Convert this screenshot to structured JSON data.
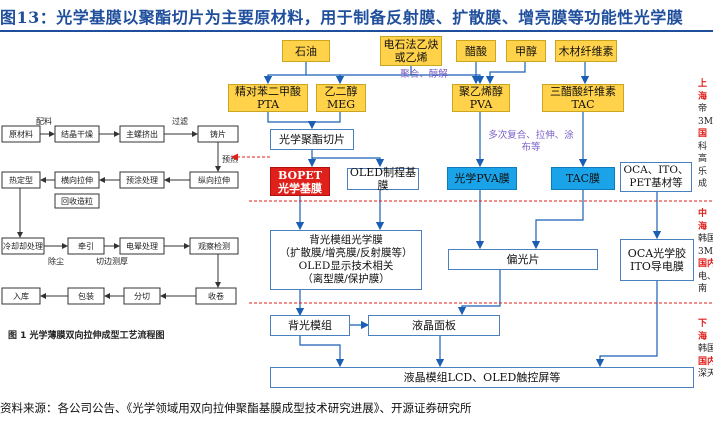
{
  "title": "图13：光学基膜以聚酯切片为主要原材料，用于制备反射膜、扩散膜、增亮膜等功能性光学膜",
  "materials": {
    "shiyou": "石油",
    "dianshi": "电石法乙炔\n或乙烯",
    "cusuan": "醋酸",
    "jiachun": "甲醇",
    "mucai": "木材纤维素"
  },
  "notes": {
    "juhe": "聚合、醇解",
    "fuhe": "多次复合、拉伸、涂\n布等"
  },
  "intermediates": {
    "pta": "精对苯二甲酸\nPTA",
    "meg": "乙二醇\nMEG",
    "pva": "聚乙烯醇\nPVA",
    "tac": "三醋酸纤维素\nTAC"
  },
  "chips": "光学聚酯切片",
  "films": {
    "bopet": "BOPET\n光学基膜",
    "oled_base": "OLED制程基膜",
    "pva_film": "光学PVA膜",
    "tac_film": "TAC膜",
    "oca_pet": "OCA、ITO、\nPET基材等"
  },
  "midstream": {
    "backlight_film": "背光模组光学膜\n（扩散膜/增亮膜/反射膜等）\nOLED显示技术相关\n（离型膜/保护膜）",
    "polarizer": "偏光片",
    "oca_glue": "OCA光学胶\nITO导电膜"
  },
  "downstream": {
    "backlight_module": "背光模组",
    "lcd_panel": "液晶面板",
    "touch": "液晶模组LCD、OLED触控屏等"
  },
  "side_labels": {
    "upstream": {
      "head": "上",
      "lines": [
        "海",
        "帝",
        "3M",
        "国",
        "科",
        "高",
        "乐",
        "成"
      ]
    },
    "midstream": {
      "head": "中",
      "lines": [
        "海",
        "韩国",
        "3M",
        "国内",
        "电、",
        "南"
      ]
    },
    "downstream": {
      "head": "下",
      "lines": [
        "海",
        "韩国",
        "国内",
        "深天"
      ]
    }
  },
  "process_figure": {
    "row1": [
      "原材料",
      "配料",
      "结晶干燥",
      "主螺挤出",
      "过滤",
      "铸片"
    ],
    "row2": [
      "热定型",
      "横向拉伸",
      "预涂处理",
      "纵向拉伸"
    ],
    "row2_side": [
      "预热",
      "回收造粒"
    ],
    "row3": [
      "冷却却处理",
      "除尘",
      "牵引",
      "切边测厚",
      "电晕处理",
      "观察检测"
    ],
    "row4": [
      "入库",
      "包装",
      "分切",
      "收卷"
    ],
    "caption": "图 1   光学薄膜双向拉伸成型工艺流程图"
  },
  "source": "资料来源：各公司公告、《光学领域用双向拉伸聚酯基膜成型技术研究进展》、开源证券研究所"
}
